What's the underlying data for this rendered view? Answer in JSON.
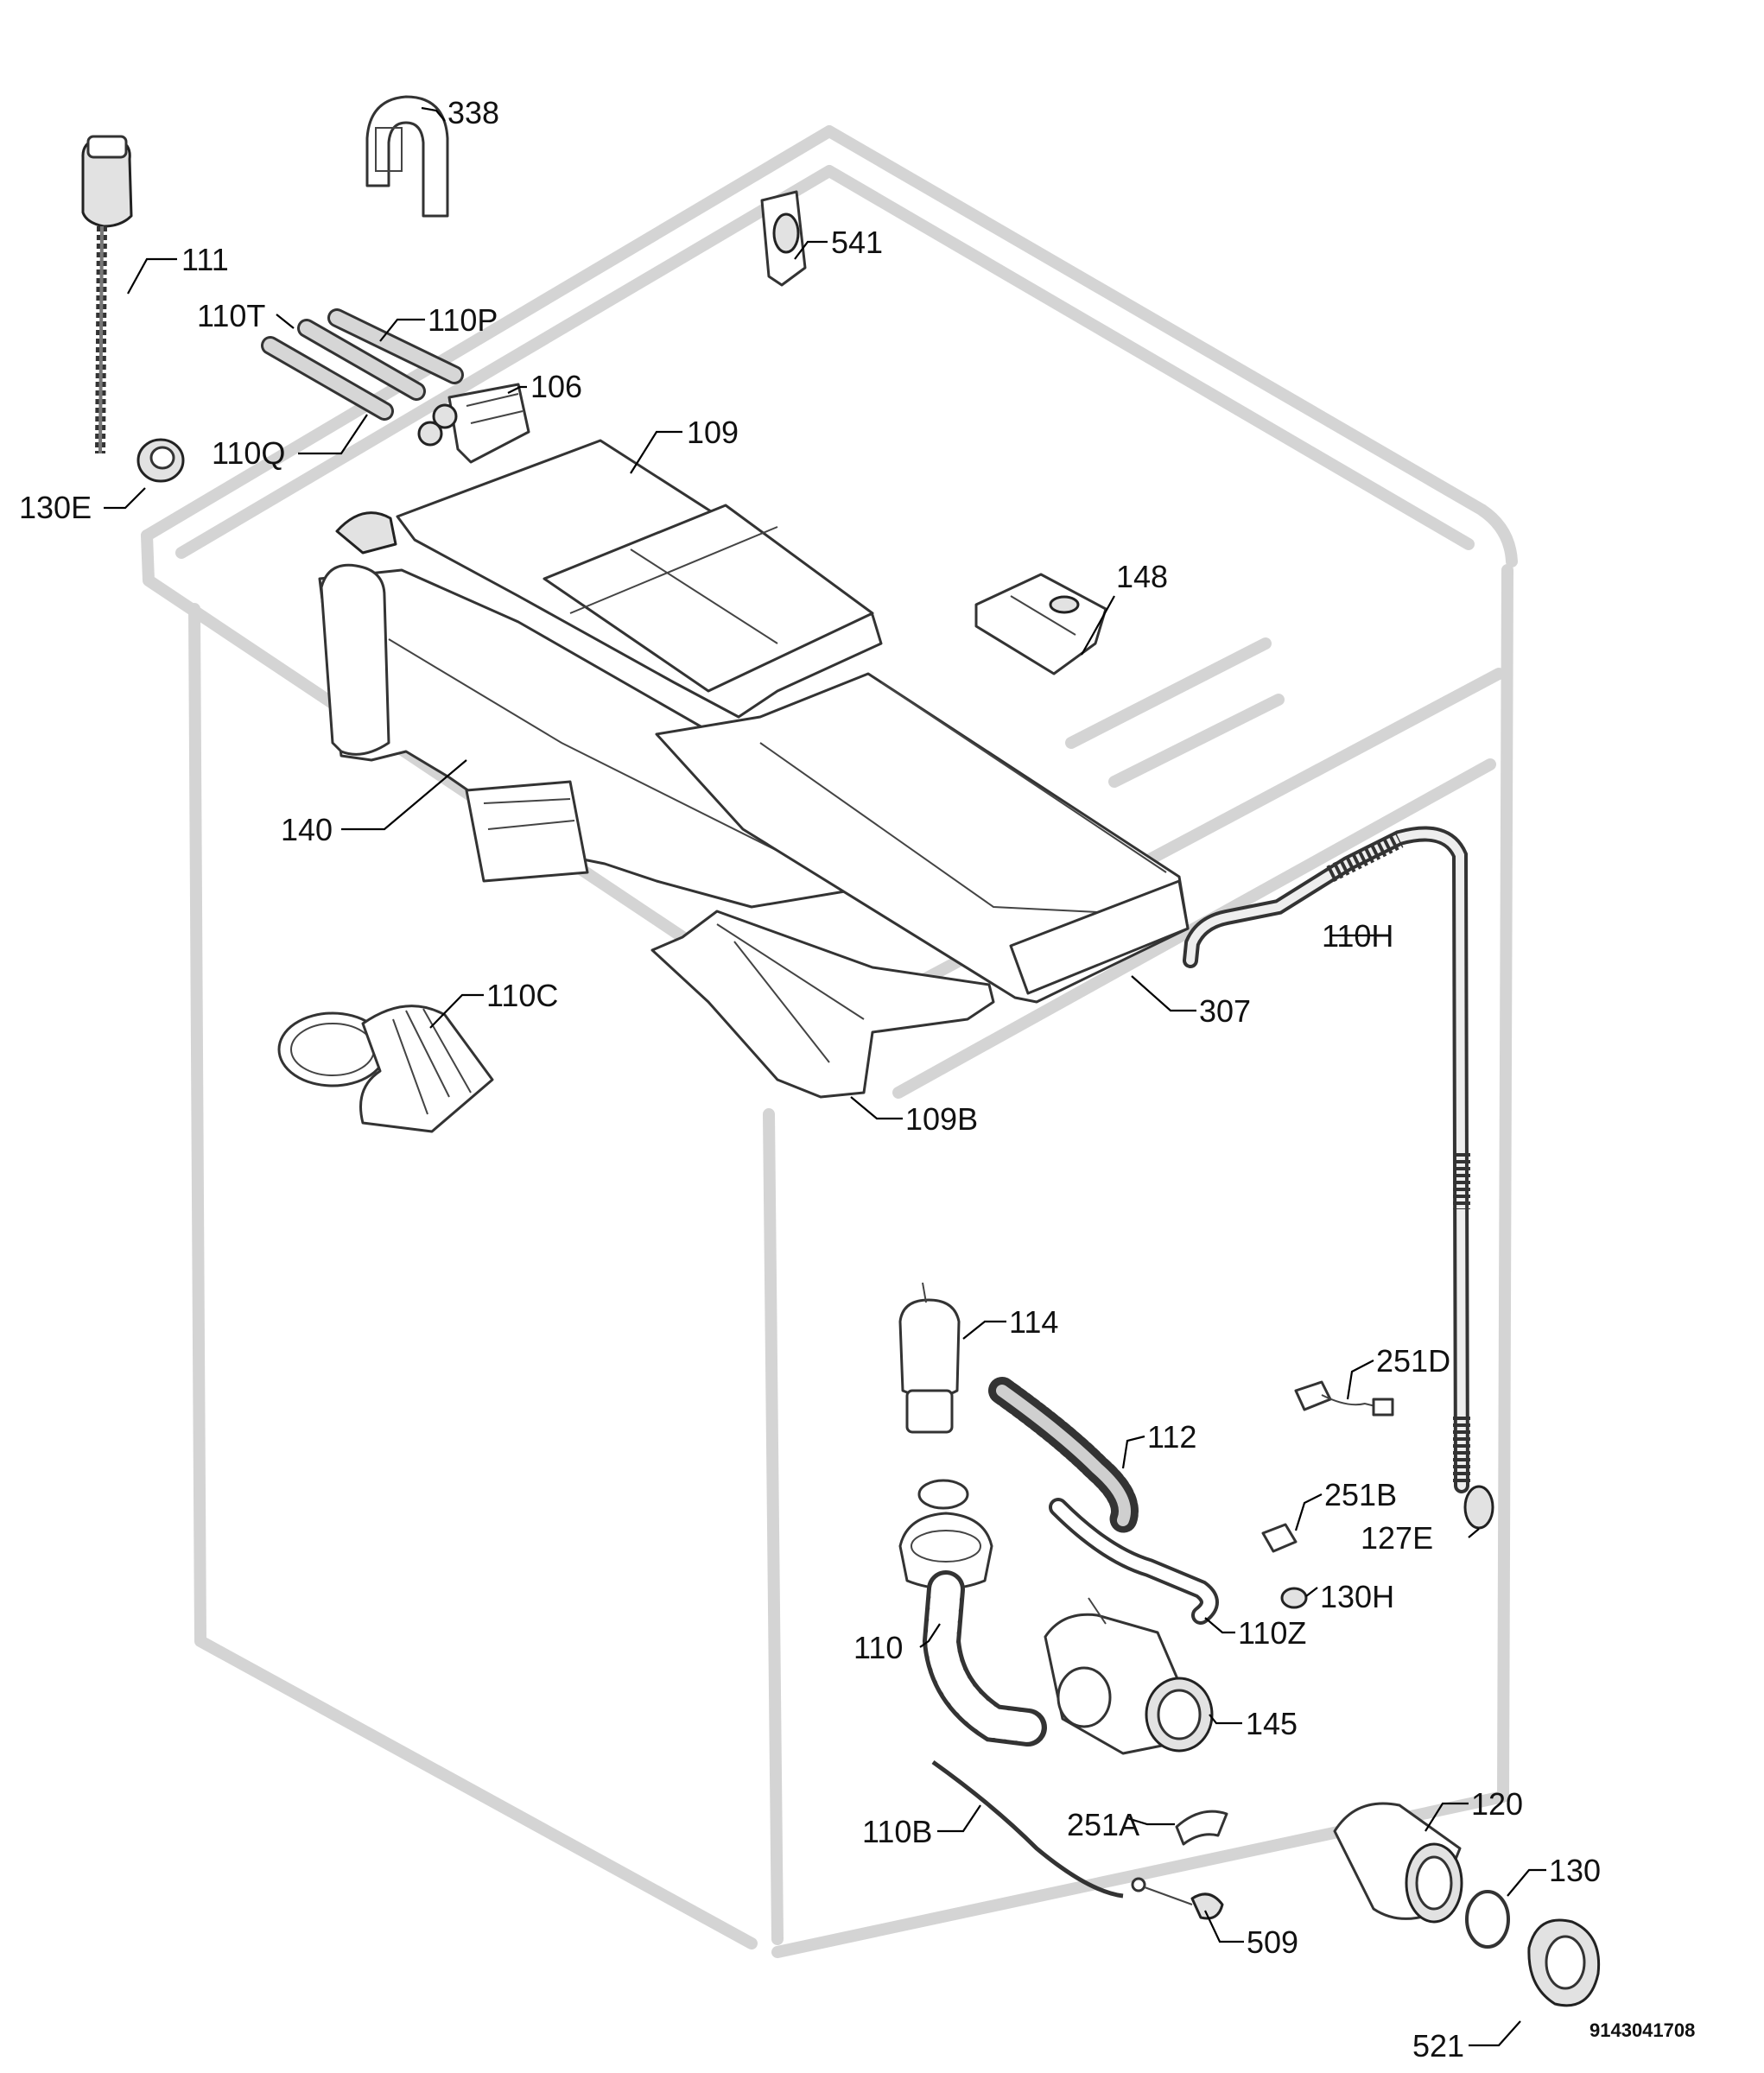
{
  "callouts": [
    {
      "id": "338",
      "text": "338"
    },
    {
      "id": "111",
      "text": "111"
    },
    {
      "id": "110T",
      "text": "110T"
    },
    {
      "id": "110P",
      "text": "110P"
    },
    {
      "id": "541",
      "text": "541"
    },
    {
      "id": "106",
      "text": "106"
    },
    {
      "id": "110Q",
      "text": "110Q"
    },
    {
      "id": "109",
      "text": "109"
    },
    {
      "id": "130E",
      "text": "130E"
    },
    {
      "id": "148",
      "text": "148"
    },
    {
      "id": "140",
      "text": "140"
    },
    {
      "id": "110H",
      "text": "110H"
    },
    {
      "id": "110C",
      "text": "110C"
    },
    {
      "id": "307",
      "text": "307"
    },
    {
      "id": "109B",
      "text": "109B"
    },
    {
      "id": "114",
      "text": "114"
    },
    {
      "id": "251D",
      "text": "251D"
    },
    {
      "id": "112",
      "text": "112"
    },
    {
      "id": "251B",
      "text": "251B"
    },
    {
      "id": "127E",
      "text": "127E"
    },
    {
      "id": "130H",
      "text": "130H"
    },
    {
      "id": "110",
      "text": "110"
    },
    {
      "id": "110Z",
      "text": "110Z"
    },
    {
      "id": "145",
      "text": "145"
    },
    {
      "id": "120",
      "text": "120"
    },
    {
      "id": "251A",
      "text": "251A"
    },
    {
      "id": "110B",
      "text": "110B"
    },
    {
      "id": "130",
      "text": "130"
    },
    {
      "id": "509",
      "text": "509"
    },
    {
      "id": "521",
      "text": "521"
    }
  ],
  "document_number": "9143041708"
}
